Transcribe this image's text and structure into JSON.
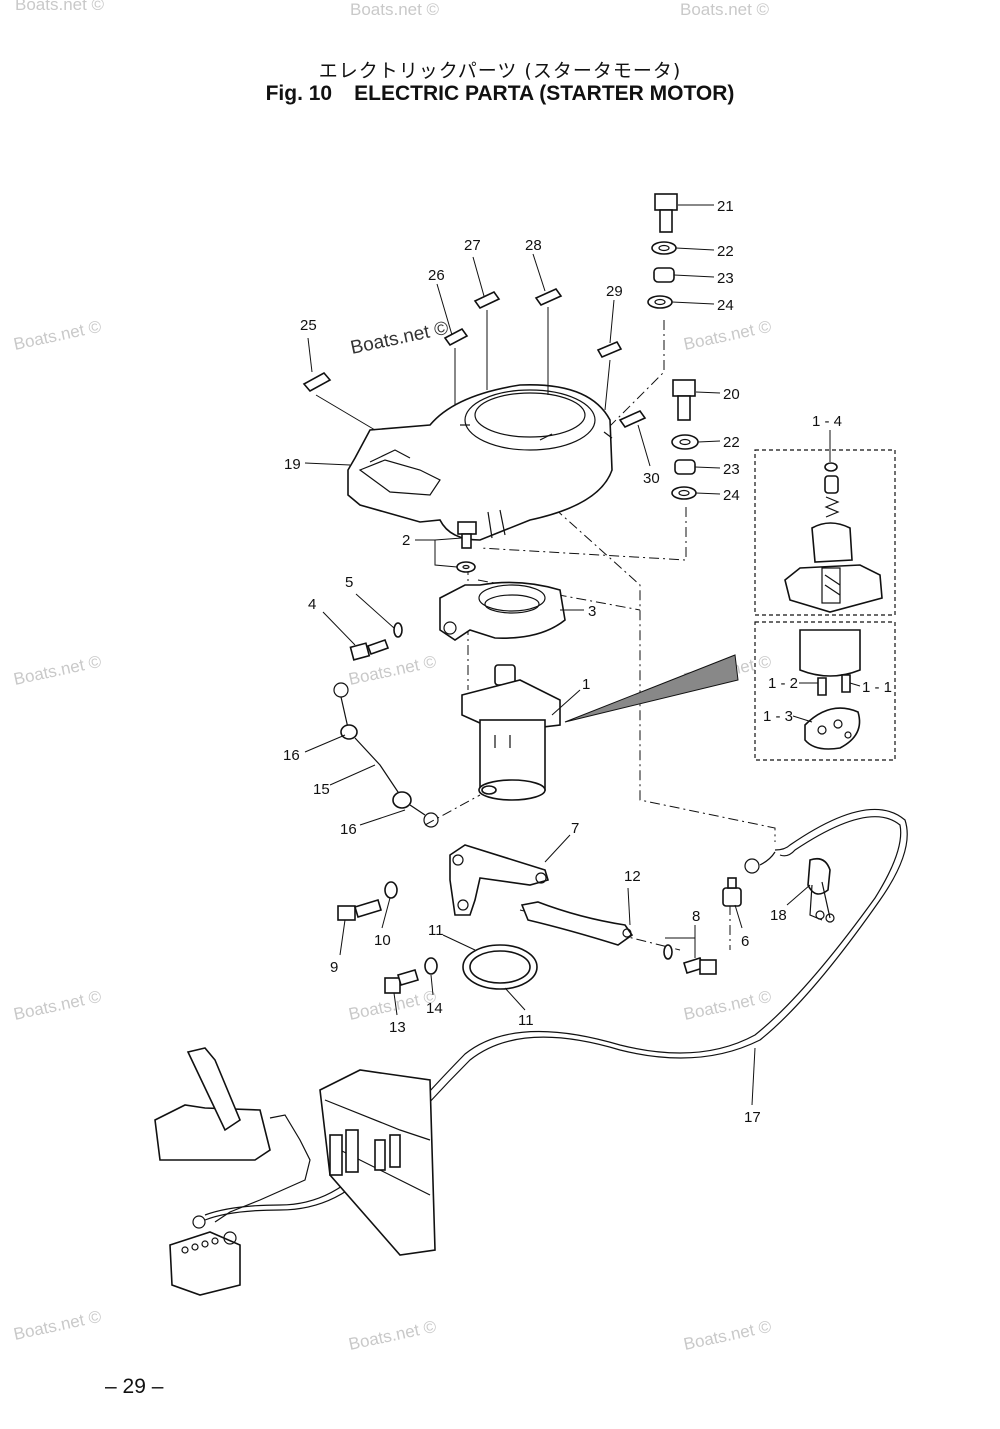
{
  "header": {
    "title_jp": "エレクトリックパーツ (スタータモータ)",
    "fig_label": "Fig. 10",
    "title_en": "ELECTRIC PARTA (STARTER MOTOR)"
  },
  "callouts": {
    "c1": "1",
    "c2": "2",
    "c3": "3",
    "c4": "4",
    "c5": "5",
    "c6": "6",
    "c7": "7",
    "c8": "8",
    "c9": "9",
    "c10": "10",
    "c11a": "11",
    "c11b": "11",
    "c12": "12",
    "c13": "13",
    "c14": "14",
    "c15": "15",
    "c16a": "16",
    "c16b": "16",
    "c17": "17",
    "c18": "18",
    "c19": "19",
    "c20": "20",
    "c21": "21",
    "c22a": "22",
    "c22b": "22",
    "c23a": "23",
    "c23b": "23",
    "c24a": "24",
    "c24b": "24",
    "c25": "25",
    "c26": "26",
    "c27": "27",
    "c28": "28",
    "c29": "29",
    "c30": "30",
    "c1_4": "1 - 4",
    "c1_1": "1 - 1",
    "c1_2": "1 - 2",
    "c1_3": "1 - 3"
  },
  "watermark": {
    "text": "Boats.net ©",
    "prominent": "Boats.net ©"
  },
  "footer": {
    "page_number": "– 29 –"
  }
}
